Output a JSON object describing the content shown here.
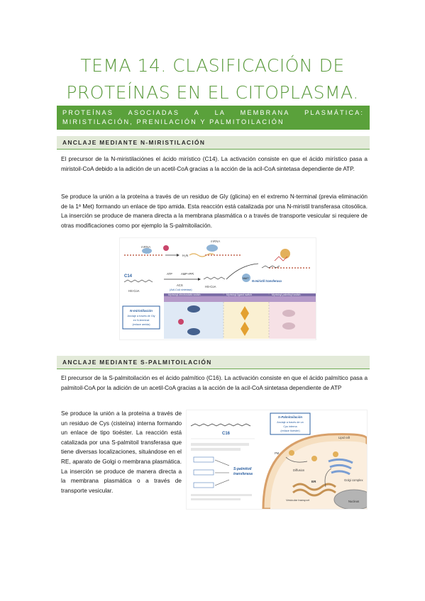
{
  "title_line1": "TEMA 14. CLASIFICACIÓN DE",
  "title_line2": "PROTEÍNAS EN EL CITOPLASMA.",
  "banner": "PROTEÍNAS ASOCIADAS A LA MEMBRANA PLASMÁTICA: MIRISTILACIÓN, PRENILACIÓN Y PALMITOILACIÓN",
  "section1": {
    "heading": "ANCLAJE MEDIANTE N-MIRISTILACIÓN",
    "p1": "El precursor de la N-miristilaciónes el ácido mirístico (C14). La activación consiste en que el ácido mirístico pasa a miristoil-CoA debido a la adición de un acetil-CoA gracias a la acción de la acil-CoA sintetasa dependiente de ATP.",
    "p2": "Se produce la unión a la proteína a través de un residuo de Gly (glicina) en el extremo N-terminal (previa eliminación de la 1ª Met) formando un enlace de tipo amida. Esta reacción está catalizada por una N-miristil transferasa citosólica. La inserción se produce de manera directa a la membrana plasmática o a través de transporte vesicular si requiere de otras modificaciones como por ejemplo la S-palmitoilación.",
    "figure": {
      "labels": {
        "mrna1": "mRNA",
        "mrna2": "mRNA",
        "c14": "C14",
        "atp": "ATP",
        "amp": "AMP+PPi",
        "hscoa1": "HS-CoA",
        "hscoa2": "HS-CoA",
        "acs": "ACS",
        "acs_sub": "(Acil-CoA sintetasa)",
        "nmt": "NMT",
        "nmiristil": "N-miristil transferasa",
        "h2n": "H₂N",
        "switch1": "Myristoyl-electrostatic switch",
        "switch2": "Myristoyl-ligand switch",
        "switch3": "Myristoyl-palmitoyl switch",
        "box_title": "N-miristilación",
        "box_l1": "Anclaje a través de Gly",
        "box_l2": "en N-terminal",
        "box_l3": "(enlace amida)"
      }
    }
  },
  "section2": {
    "heading": "ANCLAJE MEDIANTE S-PALMITOILACIÓN",
    "p1": "El precursor de la S-palmitoilación es el ácido palmítico (C16). La activación consiste en que el ácido palmítico pasa a palmitoil-CoA por la adición de un acetil-CoA gracias a la acción de la acil-CoA sintetasa dependiente de ATP",
    "p2": "Se produce la unión a la proteína a través de un residuo de Cys (cisteína) interna formando un enlace de tipo tioéster. La reacción está catalizada por una S-palmitoil transferasa que tiene diversas localizaciones, situándose en el RE, aparato de Golgi o membrana plasmática. La inserción se produce de manera directa a la membrana plasmática o a través de transporte vesicular.",
    "figure": {
      "labels": {
        "c16": "C16",
        "box_title": "S-Palmitoilación",
        "box_l1": "Anclaje a través de un",
        "box_l2": "Cys interna",
        "box_l3": "(enlace tioéster)",
        "transferase_title": "S-palmitoil",
        "transferase_sub": "transferasa",
        "lipid_raft": "Lipid raft",
        "pm": "PM",
        "diffusion": "Diffusion",
        "golgi": "Golgi complex",
        "er": "ER",
        "nucleus": "Nucleus",
        "vesicular": "Vesicular transport"
      }
    }
  }
}
